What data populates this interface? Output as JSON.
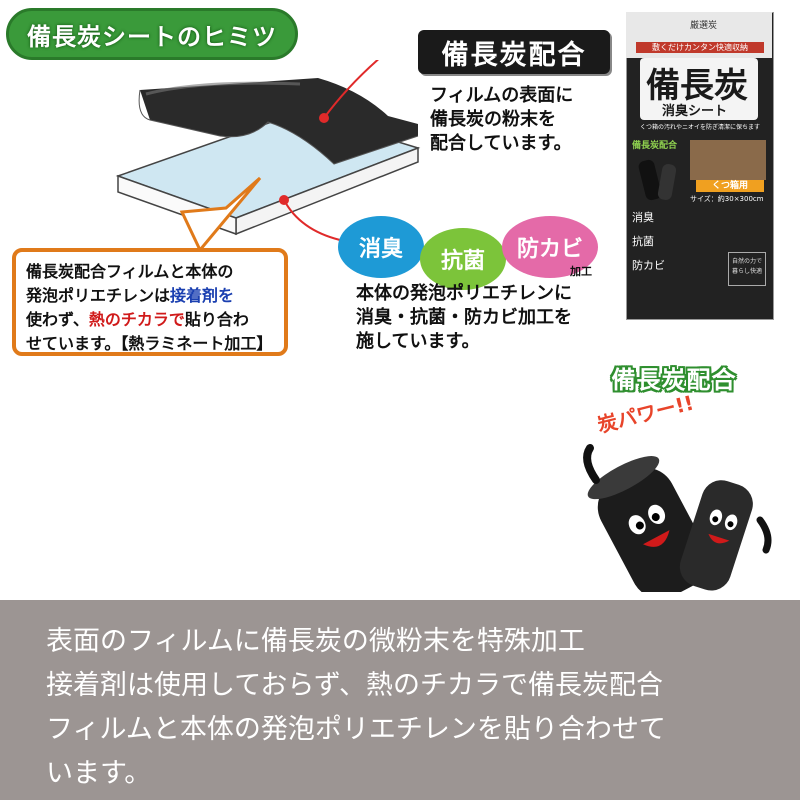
{
  "title_pill": "備長炭シートのヒミツ",
  "callout_black": "備長炭配合",
  "film_desc": [
    "フィルムの表面に",
    "備長炭の粉末を",
    "配合しています。"
  ],
  "badges": [
    {
      "label": "消臭",
      "color": "#1e9ad6"
    },
    {
      "label": "抗菌",
      "color": "#7cc43a"
    },
    {
      "label": "防カビ",
      "color": "#e46aa8"
    }
  ],
  "badge_suffix": "加工",
  "foam_desc": [
    "本体の発泡ポリエチレンに",
    "消臭・抗菌・防カビ加工を",
    "施しています。"
  ],
  "note": {
    "line1": "備長炭配合フィルムと本体の",
    "line2a": "発泡ポリエチレンは",
    "line2b": "接着剤を",
    "line3a": "使わず、",
    "line3b": "熱のチカラで",
    "line3c": "貼り合わ",
    "line4": "せています。【熱ラミネート加工】"
  },
  "package": {
    "brand": "厳選炭",
    "tagline": "敷くだけカンタン快適収納",
    "title": "備長炭",
    "subtitle": "消臭シート",
    "desc": "くつ箱の汚れやニオイを防ぎ清潔に保ちます",
    "badge": "備長炭配合",
    "use": "くつ箱用",
    "size": "サイズ：約30×300cm",
    "features": [
      "消臭",
      "抗菌",
      "防カビ"
    ],
    "stamp": [
      "自然の力で",
      "暮らし快適"
    ]
  },
  "green_label": "備長炭配合",
  "power_text": "炭パワー!!",
  "caption": [
    "表面のフィルムに備長炭の微粉末を特殊加工",
    "接着剤は使用しておらず、熱のチカラで備長炭配合",
    "フィルムと本体の発泡ポリエチレンを貼り合わせて",
    "います。"
  ]
}
